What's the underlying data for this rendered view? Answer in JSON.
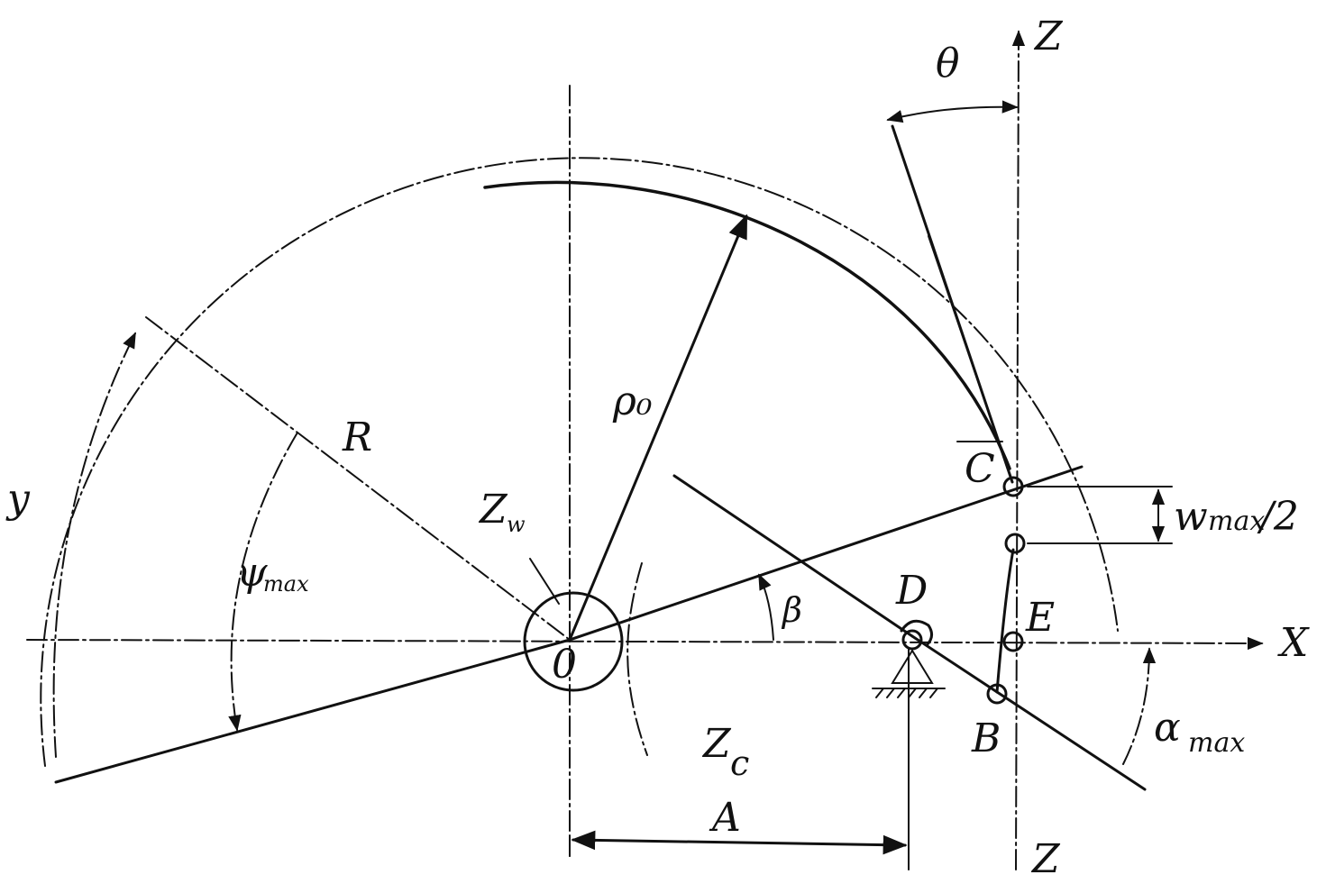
{
  "labels": {
    "z_top": "Z",
    "z_bottom": "Z",
    "x_axis": "X",
    "y": "y",
    "O": "0",
    "R": "R",
    "rho": "ρ₀",
    "theta_top": "θ",
    "beta": "β",
    "psi_max": "ψ",
    "psi_max_sub": "max",
    "z_w": "Z",
    "z_w_sub": "w",
    "z_c": "Z",
    "z_c_sub": "c",
    "A": "A",
    "C": "C",
    "D": "D",
    "E": "E",
    "B": "B",
    "w_max": "w",
    "w_max_sub": "max",
    "w_max_div": "/2",
    "alpha_max": "α",
    "alpha_max_sub": "max"
  }
}
